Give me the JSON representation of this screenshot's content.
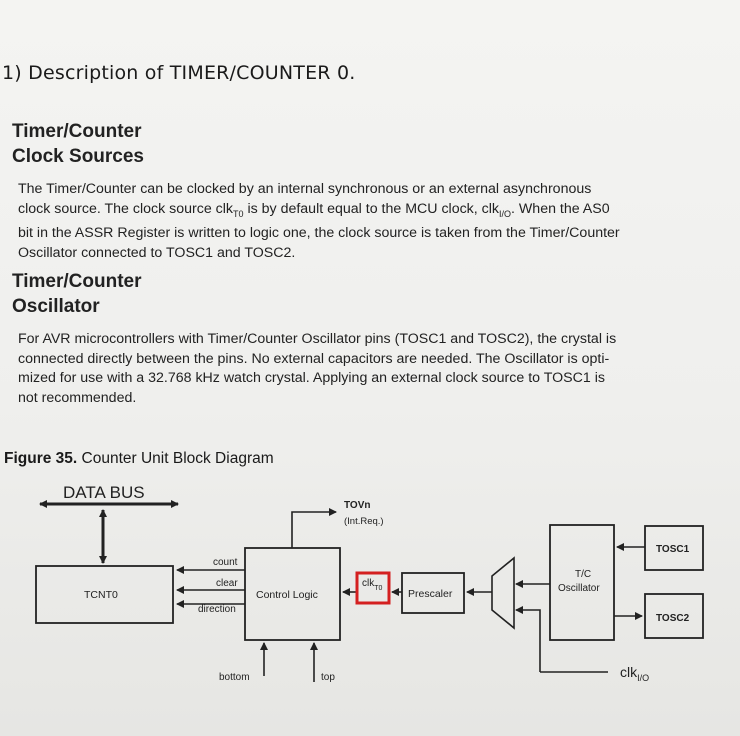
{
  "section_title": "1) Description of TIMER/COUNTER 0.",
  "clock_sources": {
    "heading_line1": "Timer/Counter",
    "heading_line2": "Clock Sources",
    "p1": "The Timer/Counter can be clocked by an internal synchronous or an external asynchronous",
    "p2a": "clock source. The clock source clk",
    "p2_sub": "T0",
    "p2b": " is by default equal to the MCU clock, clk",
    "p2_sub2": "I/O",
    "p2c": ". When the AS0",
    "p3": "bit in the ASSR Register is written to logic one, the clock source is taken from the Timer/Counter",
    "p4": "Oscillator connected to TOSC1 and TOSC2."
  },
  "oscillator": {
    "heading_line1": "Timer/Counter",
    "heading_line2": "Oscillator",
    "p1": "For AVR microcontrollers with Timer/Counter Oscillator pins (TOSC1 and TOSC2), the crystal is",
    "p2": "connected directly between the pins. No external capacitors are needed. The Oscillator is opti-",
    "p3": "mized for use with a 32.768 kHz watch crystal. Applying an external clock source to TOSC1 is",
    "p4": "not recommended."
  },
  "figure": {
    "label": "Figure 35.",
    "title": "Counter Unit Block Diagram",
    "data_bus": "DATA BUS",
    "tcnt0": "TCNT0",
    "count": "count",
    "clear": "clear",
    "direction": "direction",
    "control_logic": "Control Logic",
    "tovn": "TOVn",
    "int_req": "(Int.Req.)",
    "clk_t0_main": "clk",
    "clk_t0_sub": "T0",
    "prescaler": "Prescaler",
    "tc_osc_line1": "T/C",
    "tc_osc_line2": "Oscillator",
    "tosc1": "TOSC1",
    "tosc2": "TOSC2",
    "bottom": "bottom",
    "top": "top",
    "clk_io_main": "clk",
    "clk_io_sub": "I/O",
    "highlight_color": "#d42020"
  }
}
